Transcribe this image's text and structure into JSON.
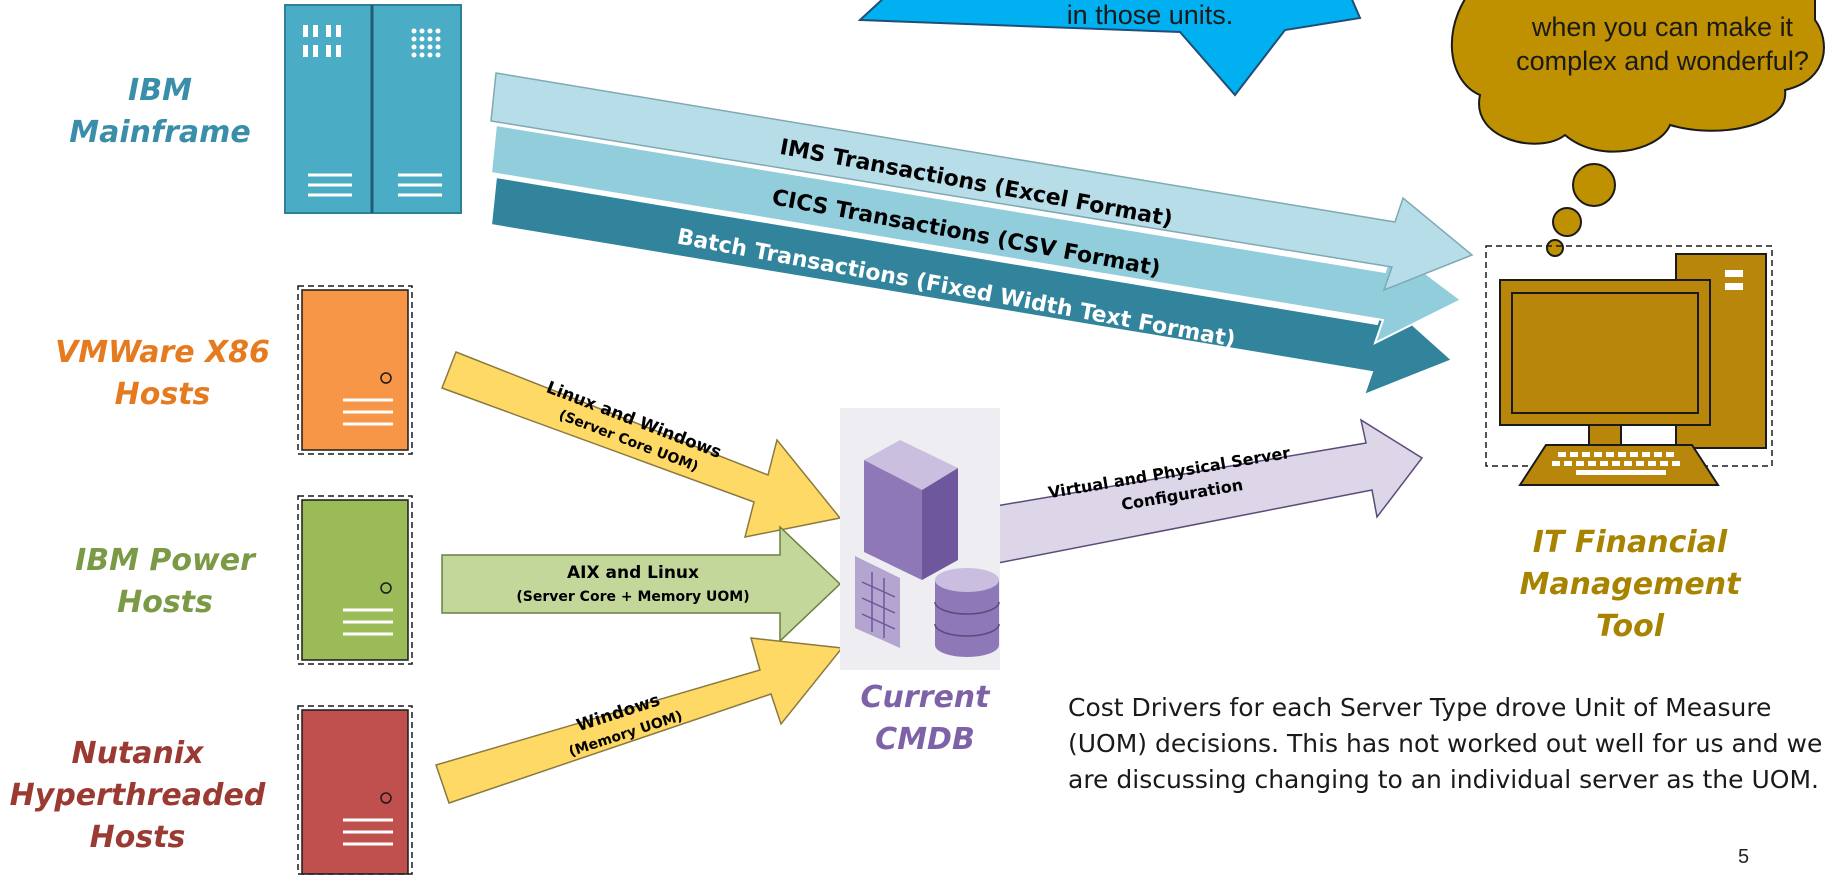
{
  "sources": {
    "mainframe": "IBM Mainframe",
    "vmware": "VMWare X86 Hosts",
    "power": "IBM Power Hosts",
    "nutanix": "Nutanix Hyperthreaded Hosts"
  },
  "arrows": {
    "ims": "IMS Transactions (Excel Format)",
    "cics": "CICS Transactions (CSV Format)",
    "batch": "Batch Transactions (Fixed Width Text Format)",
    "linux_windows": "Linux and Windows",
    "linux_windows_uom": "(Server Core UOM)",
    "aix_linux": "AIX and Linux",
    "aix_linux_uom": "(Server Core + Memory UOM)",
    "windows": "Windows",
    "windows_uom": "(Memory UOM)",
    "config_line1": "Virtual and Physical Server",
    "config_line2": "Configuration"
  },
  "cmdb_label": "Current CMDB",
  "tool_label": "IT Financial Management Tool",
  "callouts": {
    "blue": "in those units.",
    "thought": "when you can make it complex and wonderful?"
  },
  "note": "Cost Drivers for each Server Type drove Unit of Measure (UOM) decisions.   This has not worked out well for us and we are discussing changing to an individual server as the UOM.",
  "page_number": "5",
  "colors": {
    "mainframe": "#4bacc6",
    "vmware": "#f79646",
    "power": "#9bbb59",
    "nutanix": "#c0504d",
    "tool": "#b8860b",
    "cmdb": "#8064a2"
  }
}
